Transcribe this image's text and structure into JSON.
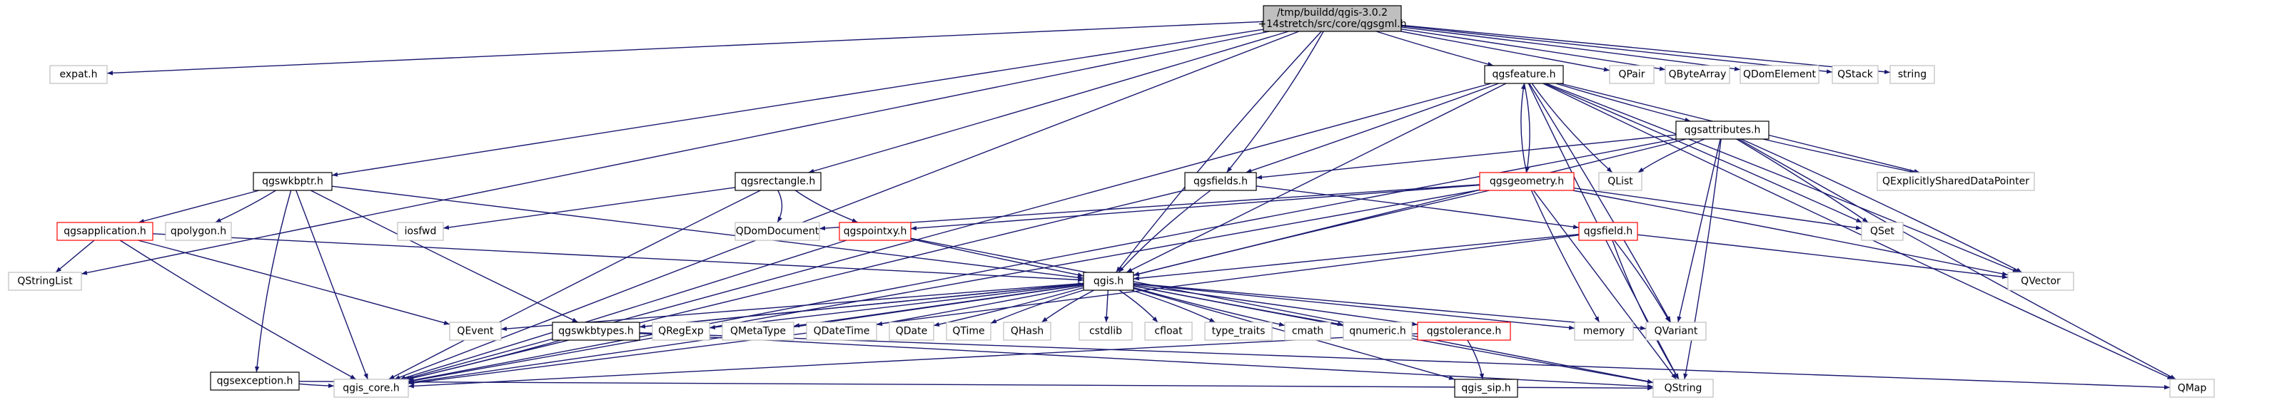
{
  "colors": {
    "edge": "#191970",
    "root_fill": "#bfbfbf",
    "normal_border": "#000000",
    "highlight_border": "#ff0000",
    "external_border": "#bfbfbf",
    "external_text": "#555555"
  },
  "nodes": [
    {
      "id": "root",
      "lines": [
        "/tmp/buildd/qgis-3.0.2",
        "+14stretch/src/core/qgsgml.h"
      ],
      "kind": "root"
    },
    {
      "id": "expat",
      "lines": [
        "expat.h"
      ],
      "kind": "external"
    },
    {
      "id": "qgsfeature",
      "lines": [
        "qgsfeature.h"
      ],
      "kind": "normal"
    },
    {
      "id": "qpair",
      "lines": [
        "QPair"
      ],
      "kind": "external"
    },
    {
      "id": "qbytearray",
      "lines": [
        "QByteArray"
      ],
      "kind": "external"
    },
    {
      "id": "qdomelement",
      "lines": [
        "QDomElement"
      ],
      "kind": "external"
    },
    {
      "id": "qstack",
      "lines": [
        "QStack"
      ],
      "kind": "external"
    },
    {
      "id": "string",
      "lines": [
        "string"
      ],
      "kind": "external"
    },
    {
      "id": "qgswkbptr",
      "lines": [
        "qgswkbptr.h"
      ],
      "kind": "normal"
    },
    {
      "id": "qgsrectangle",
      "lines": [
        "qgsrectangle.h"
      ],
      "kind": "normal"
    },
    {
      "id": "qgsfields",
      "lines": [
        "qgsfields.h"
      ],
      "kind": "normal"
    },
    {
      "id": "qgsgeometry",
      "lines": [
        "qgsgeometry.h"
      ],
      "kind": "highlight"
    },
    {
      "id": "qlist",
      "lines": [
        "QList"
      ],
      "kind": "external"
    },
    {
      "id": "qgsattributes",
      "lines": [
        "qgsattributes.h"
      ],
      "kind": "normal"
    },
    {
      "id": "qexplicitly",
      "lines": [
        "QExplicitlySharedDataPointer"
      ],
      "kind": "external"
    },
    {
      "id": "qgsapplication",
      "lines": [
        "qgsapplication.h"
      ],
      "kind": "highlight"
    },
    {
      "id": "qpolygon",
      "lines": [
        "qpolygon.h"
      ],
      "kind": "external"
    },
    {
      "id": "iosfwd",
      "lines": [
        "iosfwd"
      ],
      "kind": "external"
    },
    {
      "id": "qdomdocument",
      "lines": [
        "QDomDocument"
      ],
      "kind": "external"
    },
    {
      "id": "qgspointxy",
      "lines": [
        "qgspointxy.h"
      ],
      "kind": "highlight"
    },
    {
      "id": "qgsfield",
      "lines": [
        "qgsfield.h"
      ],
      "kind": "highlight"
    },
    {
      "id": "qset",
      "lines": [
        "QSet"
      ],
      "kind": "external"
    },
    {
      "id": "qstringlist",
      "lines": [
        "QStringList"
      ],
      "kind": "external"
    },
    {
      "id": "qvector",
      "lines": [
        "QVector"
      ],
      "kind": "external"
    },
    {
      "id": "qgis",
      "lines": [
        "qgis.h"
      ],
      "kind": "normal"
    },
    {
      "id": "qevent",
      "lines": [
        "QEvent"
      ],
      "kind": "external"
    },
    {
      "id": "qgswkbtypes",
      "lines": [
        "qgswkbtypes.h"
      ],
      "kind": "normal"
    },
    {
      "id": "qregexp",
      "lines": [
        "QRegExp"
      ],
      "kind": "external"
    },
    {
      "id": "qmetatype",
      "lines": [
        "QMetaType"
      ],
      "kind": "external"
    },
    {
      "id": "qdatetime",
      "lines": [
        "QDateTime"
      ],
      "kind": "external"
    },
    {
      "id": "qdate",
      "lines": [
        "QDate"
      ],
      "kind": "external"
    },
    {
      "id": "qtime",
      "lines": [
        "QTime"
      ],
      "kind": "external"
    },
    {
      "id": "qhash",
      "lines": [
        "QHash"
      ],
      "kind": "external"
    },
    {
      "id": "cstdlib",
      "lines": [
        "cstdlib"
      ],
      "kind": "external"
    },
    {
      "id": "cfloat",
      "lines": [
        "cfloat"
      ],
      "kind": "external"
    },
    {
      "id": "type_traits",
      "lines": [
        "type_traits"
      ],
      "kind": "external"
    },
    {
      "id": "cmath",
      "lines": [
        "cmath"
      ],
      "kind": "external"
    },
    {
      "id": "qnumeric",
      "lines": [
        "qnumeric.h"
      ],
      "kind": "external"
    },
    {
      "id": "qgstolerance",
      "lines": [
        "qgstolerance.h"
      ],
      "kind": "highlight"
    },
    {
      "id": "memory",
      "lines": [
        "memory"
      ],
      "kind": "external"
    },
    {
      "id": "qvariant",
      "lines": [
        "QVariant"
      ],
      "kind": "external"
    },
    {
      "id": "qgsexception",
      "lines": [
        "qgsexception.h"
      ],
      "kind": "normal"
    },
    {
      "id": "qgis_core",
      "lines": [
        "qgis_core.h"
      ],
      "kind": "external"
    },
    {
      "id": "qgis_sip",
      "lines": [
        "qgis_sip.h"
      ],
      "kind": "normal"
    },
    {
      "id": "qstring",
      "lines": [
        "QString"
      ],
      "kind": "external"
    },
    {
      "id": "qmap",
      "lines": [
        "QMap"
      ],
      "kind": "external"
    }
  ],
  "edges": [
    [
      "root",
      "expat"
    ],
    [
      "root",
      "qgsfeature"
    ],
    [
      "root",
      "qpair"
    ],
    [
      "root",
      "qbytearray"
    ],
    [
      "root",
      "qdomelement"
    ],
    [
      "root",
      "qstack"
    ],
    [
      "root",
      "string"
    ],
    [
      "root",
      "qgswkbptr"
    ],
    [
      "root",
      "qgsrectangle"
    ],
    [
      "root",
      "qgsfields"
    ],
    [
      "root",
      "qgis"
    ],
    [
      "root",
      "qstringlist"
    ],
    [
      "root",
      "qgis_core"
    ],
    [
      "qgsfeature",
      "qgsfields"
    ],
    [
      "qgsfeature",
      "qgsgeometry"
    ],
    [
      "qgsfeature",
      "qlist"
    ],
    [
      "qgsfeature",
      "qgsattributes"
    ],
    [
      "qgsfeature",
      "qexplicitly"
    ],
    [
      "qgsfeature",
      "qset"
    ],
    [
      "qgsfeature",
      "qvector"
    ],
    [
      "qgsfeature",
      "qmap"
    ],
    [
      "qgsfeature",
      "qstring"
    ],
    [
      "qgsfeature",
      "qgis"
    ],
    [
      "qgsfeature",
      "qvariant"
    ],
    [
      "qgsfeature",
      "qgis_core"
    ],
    [
      "qgsattributes",
      "qlist"
    ],
    [
      "qgsattributes",
      "qexplicitly"
    ],
    [
      "qgsattributes",
      "qgsfields"
    ],
    [
      "qgsattributes",
      "qset"
    ],
    [
      "qgsattributes",
      "qvector"
    ],
    [
      "qgsattributes",
      "qmap"
    ],
    [
      "qgsattributes",
      "qgis"
    ],
    [
      "qgsattributes",
      "qvariant"
    ],
    [
      "qgsattributes",
      "qstring"
    ],
    [
      "qgsattributes",
      "qgis_core"
    ],
    [
      "qgsgeometry",
      "qgsfeature"
    ],
    [
      "qgsgeometry",
      "qdomdocument"
    ],
    [
      "qgsgeometry",
      "qgspointxy"
    ],
    [
      "qgsgeometry",
      "qset"
    ],
    [
      "qgsgeometry",
      "qvector"
    ],
    [
      "qgsgeometry",
      "qgis"
    ],
    [
      "qgsgeometry",
      "memory"
    ],
    [
      "qgsgeometry",
      "qstring"
    ],
    [
      "qgsgeometry",
      "qgis_core"
    ],
    [
      "qgsfields",
      "qgsfield"
    ],
    [
      "qgsfields",
      "qgis"
    ],
    [
      "qgsfields",
      "qgis_core"
    ],
    [
      "qgsfield",
      "qgis"
    ],
    [
      "qgsfield",
      "qvariant"
    ],
    [
      "qgsfield",
      "qvector"
    ],
    [
      "qgsfield",
      "qstring"
    ],
    [
      "qgsfield",
      "qgis_core"
    ],
    [
      "qgswkbptr",
      "qgsapplication"
    ],
    [
      "qgswkbptr",
      "qpolygon"
    ],
    [
      "qgswkbptr",
      "qgis"
    ],
    [
      "qgswkbptr",
      "qgsexception"
    ],
    [
      "qgswkbptr",
      "qgswkbtypes"
    ],
    [
      "qgswkbptr",
      "qgis_core"
    ],
    [
      "qgsrectangle",
      "iosfwd"
    ],
    [
      "qgsrectangle",
      "qdomdocument"
    ],
    [
      "qgsrectangle",
      "qgspointxy"
    ],
    [
      "qgsrectangle",
      "qgis_core"
    ],
    [
      "qgsapplication",
      "qstringlist"
    ],
    [
      "qgsapplication",
      "qevent"
    ],
    [
      "qgsapplication",
      "qgis"
    ],
    [
      "qgsapplication",
      "qgis_core"
    ],
    [
      "qgspointxy",
      "qgis"
    ],
    [
      "qgspointxy",
      "qstring"
    ],
    [
      "qgspointxy",
      "qgis_core"
    ],
    [
      "qgis",
      "qevent"
    ],
    [
      "qgis",
      "qgswkbtypes"
    ],
    [
      "qgis",
      "qregexp"
    ],
    [
      "qgis",
      "qmetatype"
    ],
    [
      "qgis",
      "qdatetime"
    ],
    [
      "qgis",
      "qdate"
    ],
    [
      "qgis",
      "qtime"
    ],
    [
      "qgis",
      "qhash"
    ],
    [
      "qgis",
      "cstdlib"
    ],
    [
      "qgis",
      "cfloat"
    ],
    [
      "qgis",
      "type_traits"
    ],
    [
      "qgis",
      "cmath"
    ],
    [
      "qgis",
      "qnumeric"
    ],
    [
      "qgis",
      "qgstolerance"
    ],
    [
      "qgis",
      "memory"
    ],
    [
      "qgis",
      "qvariant"
    ],
    [
      "qgis",
      "qstring"
    ],
    [
      "qgis",
      "qgis_core"
    ],
    [
      "qgis",
      "qgis_sip"
    ],
    [
      "qgswkbtypes",
      "qgis"
    ],
    [
      "qgswkbtypes",
      "qgis_core"
    ],
    [
      "qgswkbtypes",
      "qstring"
    ],
    [
      "qgswkbtypes",
      "qmap"
    ],
    [
      "qgstolerance",
      "qgis_core"
    ],
    [
      "qgstolerance",
      "qgis_sip"
    ],
    [
      "qgsexception",
      "qstring"
    ],
    [
      "qgsexception",
      "qgis_core"
    ]
  ]
}
